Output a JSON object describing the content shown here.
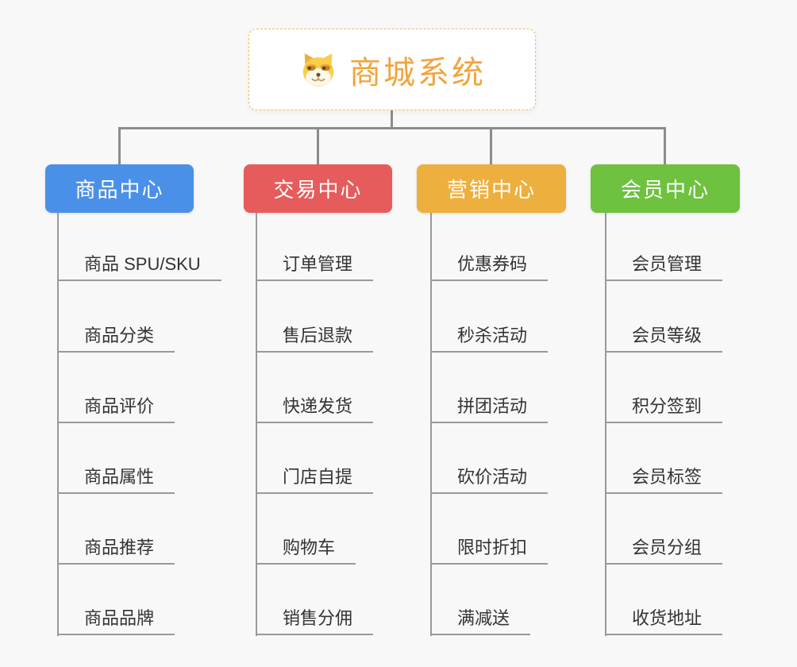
{
  "background": "#f8f8f8",
  "connectors": {
    "main_color": "#8c8c8c",
    "branch_line_color": "#999999"
  },
  "root": {
    "label": "商城系统",
    "icon": "shiba-dog-icon",
    "text_color": "#f2a43c",
    "border_color": "#f2bc66"
  },
  "branches": [
    {
      "label": "商品中心",
      "color": "#4b90e8",
      "children": [
        "商品 SPU/SKU",
        "商品分类",
        "商品评价",
        "商品属性",
        "商品推荐",
        "商品品牌"
      ]
    },
    {
      "label": "交易中心",
      "color": "#e65c5c",
      "children": [
        "订单管理",
        "售后退款",
        "快递发货",
        "门店自提",
        "购物车",
        "销售分佣"
      ]
    },
    {
      "label": "营销中心",
      "color": "#edaf3e",
      "children": [
        "优惠券码",
        "秒杀活动",
        "拼团活动",
        "砍价活动",
        "限时折扣",
        "满减送"
      ]
    },
    {
      "label": "会员中心",
      "color": "#6ec23f",
      "children": [
        "会员管理",
        "会员等级",
        "积分签到",
        "会员标签",
        "会员分组",
        "收货地址"
      ]
    }
  ]
}
